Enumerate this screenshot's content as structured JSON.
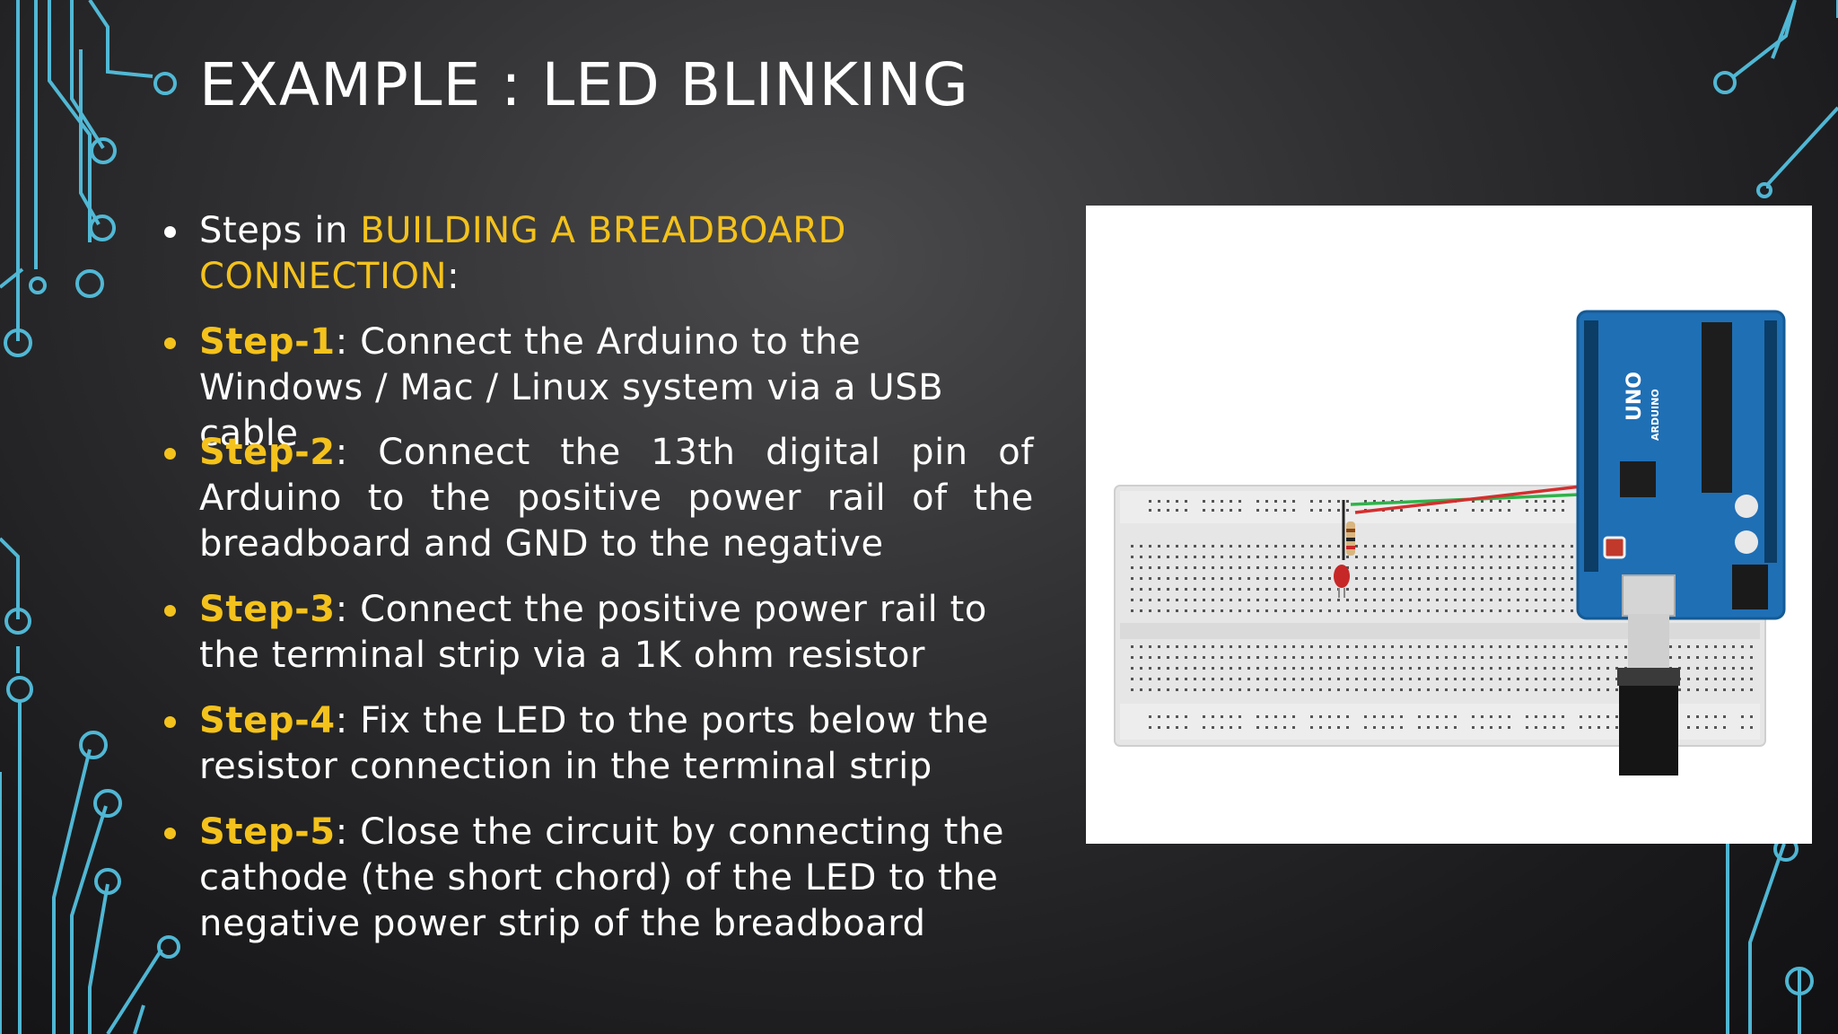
{
  "slide": {
    "title": "EXAMPLE : LED BLINKING",
    "intro": {
      "prefix": "Steps in ",
      "highlight": "BUILDING A BREADBOARD CONNECTION",
      "suffix": ":"
    },
    "steps": [
      {
        "label": "Step-1",
        "text": ": Connect the Arduino to the Windows / Mac / Linux system via a USB cable"
      },
      {
        "label": "Step-2",
        "text": ": Connect the 13th digital pin of Arduino to the positive power rail of the breadboard and GND to the negative"
      },
      {
        "label": "Step-3",
        "text": ": Connect the positive power rail to the terminal strip via a 1K ohm resistor"
      },
      {
        "label": "Step-4",
        "text": ": Fix the LED to the ports below the resistor connection in the terminal strip"
      },
      {
        "label": "Step-5",
        "text": ": Close the circuit by connecting the cathode (the short chord) of the LED to the negative power strip of the breadboard"
      }
    ],
    "figure": {
      "board_brand": "ARDUINO",
      "board_model": "UNO"
    }
  },
  "colors": {
    "accent": "#f4c21c",
    "text": "#ffffff",
    "circuit_lines": "#4fc3e0",
    "board": "#1f6fb5"
  }
}
